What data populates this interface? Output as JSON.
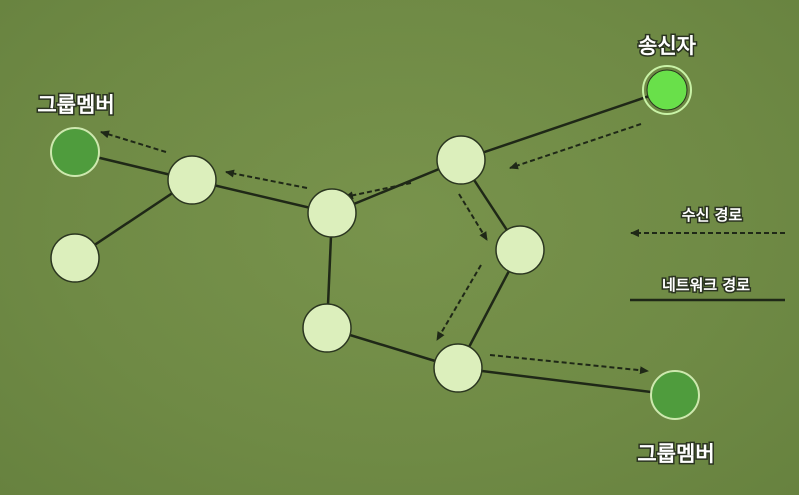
{
  "labels": {
    "sender": "송신자",
    "member_top_left": "그룹멤버",
    "member_bottom_right": "그룹멤버"
  },
  "legend": {
    "receive_path": "수신 경로",
    "network_path": "네트워크 경로"
  },
  "colors": {
    "background": "#6f8a45",
    "router_node": "#dcefbc",
    "group_member": "#4f9c3d",
    "sender": "#69e04a",
    "line": "#1f2817",
    "text": "#ffffff"
  }
}
